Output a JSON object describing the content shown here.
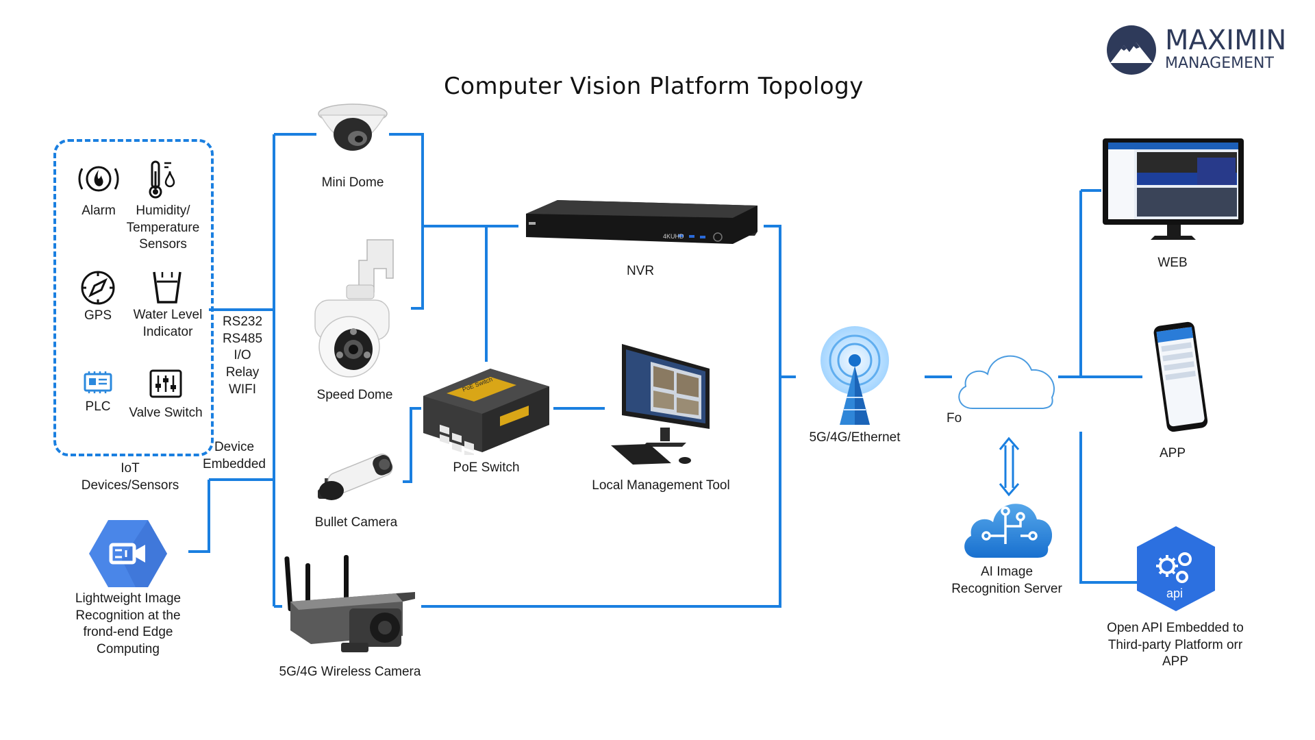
{
  "title": "Computer Vision Platform Topology",
  "logo": {
    "line1": "MAXIMIN",
    "line2": "MANAGEMENT"
  },
  "colors": {
    "wire": "#1a7fe0",
    "navy": "#2e3a5a",
    "azure": "#2a88dd"
  },
  "iot": {
    "alarm": "Alarm",
    "humidity": "Humidity/\nTemperature\nSensors",
    "gps": "GPS",
    "water": "Water Level\nIndicator",
    "plc": "PLC",
    "valve": "Valve Switch",
    "caption": "IoT\nDevices/Sensors"
  },
  "protocols": "RS232\nRS485\nI/O\nRelay\nWIFI",
  "device_embedded": "Device\nEmbedded",
  "edge": "Lightweight Image\nRecognition at the\nfrond-end Edge\nComputing",
  "cameras": {
    "mini_dome": "Mini Dome",
    "speed_dome": "Speed Dome",
    "bullet": "Bullet Camera",
    "wireless": "5G/4G Wireless Camera"
  },
  "nvr": "NVR",
  "poe": "PoE Switch",
  "lmt": "Local Management Tool",
  "network": "5G/4G/Ethernet",
  "cloud_label": "Fo",
  "ai_server": "AI Image\nRecognition Server",
  "web": "WEB",
  "app": "APP",
  "api": {
    "badge": "api",
    "caption": "Open API Embedded to\nThird-party Platform orr\nAPP"
  },
  "nvr_brand": "4KUHD",
  "poe_brand": "PoE Switch"
}
